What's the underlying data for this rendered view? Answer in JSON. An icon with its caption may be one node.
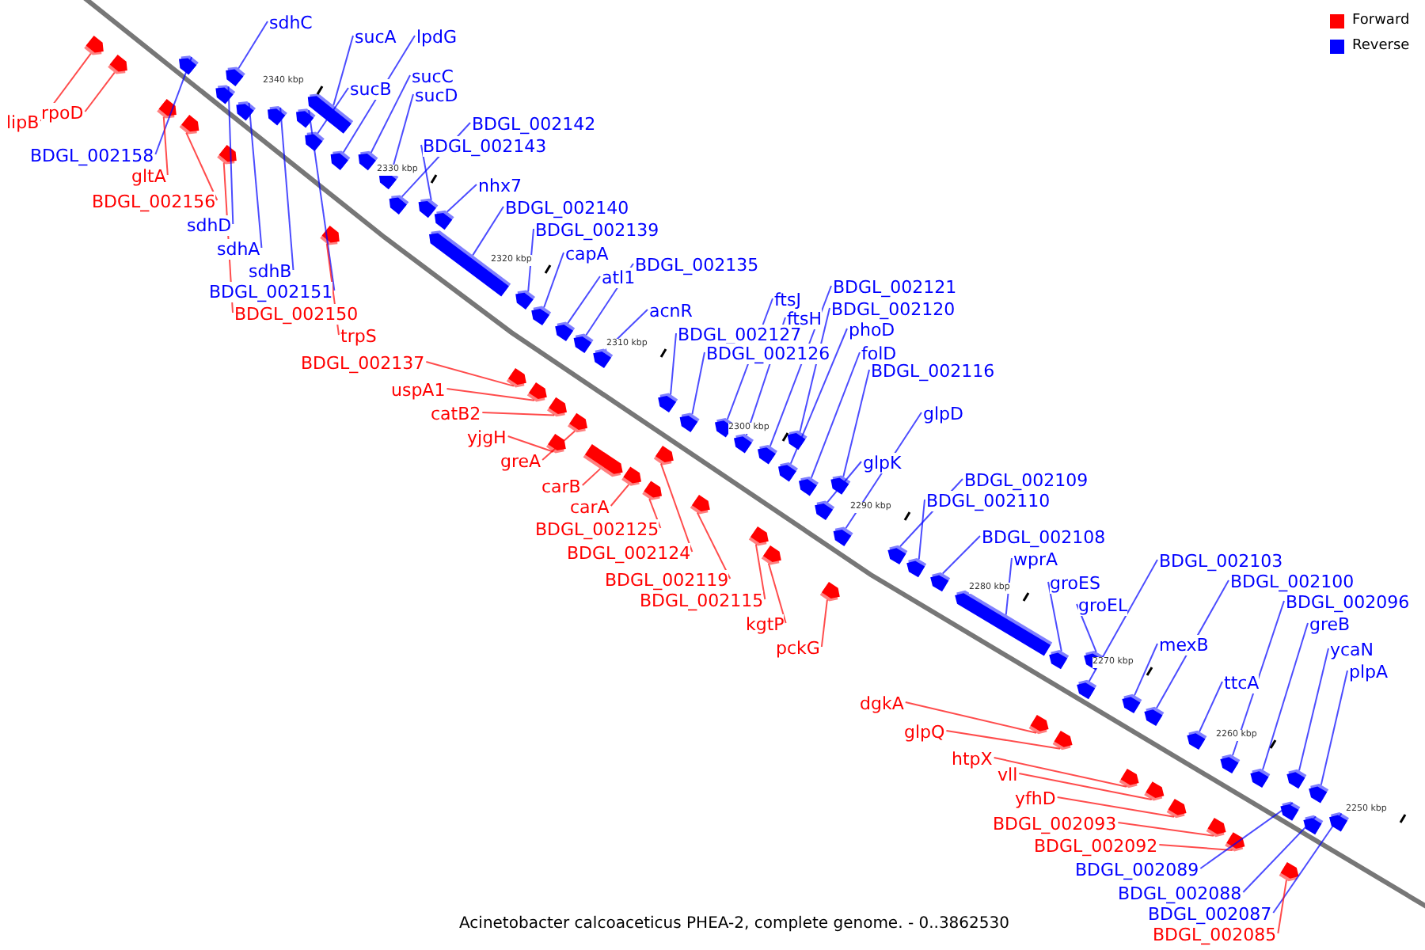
{
  "diagram": {
    "caption": "Acinetobacter calcoaceticus PHEA-2, complete genome. - 0..3862530",
    "nodes": [
      {
        "text": [
          "lipB"
        ]
      },
      {
        "text": [
          "rpoD"
        ]
      },
      {
        "text": [
          "sdhC"
        ]
      },
      {
        "text": [
          "sucA"
        ]
      },
      {
        "text": [
          "lpdG"
        ]
      },
      {
        "text": [
          "sucC"
        ]
      },
      {
        "text": [
          "sucB"
        ]
      },
      {
        "text": [
          "sucD"
        ]
      },
      {
        "text": [
          "BDGL_002142"
        ]
      },
      {
        "text": [
          "BDGL_002143"
        ]
      },
      {
        "text": [
          "BDGL_002158"
        ]
      },
      {
        "text": [
          "gltA"
        ]
      },
      {
        "text": [
          "nhx7"
        ]
      },
      {
        "text": [
          "BDGL_002156"
        ]
      },
      {
        "text": [
          "BDGL_002140"
        ]
      },
      {
        "text": [
          "sdhD"
        ]
      },
      {
        "text": [
          "BDGL_002139"
        ]
      },
      {
        "text": [
          "sdhA"
        ]
      },
      {
        "text": [
          "capA"
        ]
      },
      {
        "text": [
          "BDGL_002135"
        ]
      },
      {
        "text": [
          "sdhB"
        ]
      },
      {
        "text": [
          "atl1"
        ]
      },
      {
        "text": [
          "BDGL_002121"
        ]
      },
      {
        "text": [
          "BDGL_002151"
        ]
      },
      {
        "text": [
          "ftsJ"
        ]
      },
      {
        "text": [
          "BDGL_002120"
        ]
      },
      {
        "text": [
          "acnR"
        ]
      },
      {
        "text": [
          "BDGL_002150"
        ]
      },
      {
        "text": [
          "ftsH"
        ]
      },
      {
        "text": [
          "phoD"
        ]
      },
      {
        "text": [
          "BDGL_002127"
        ]
      },
      {
        "text": [
          "trpS"
        ]
      },
      {
        "text": [
          "folD"
        ]
      },
      {
        "text": [
          "BDGL_002126"
        ]
      },
      {
        "text": [
          "BDGL_002137"
        ]
      },
      {
        "text": [
          "BDGL_002116"
        ]
      },
      {
        "text": [
          "uspA1"
        ]
      },
      {
        "text": [
          "glpD"
        ]
      },
      {
        "text": [
          "catB2"
        ]
      },
      {
        "text": [
          "yjgH"
        ]
      },
      {
        "text": [
          "greA"
        ]
      },
      {
        "text": [
          "glpK"
        ]
      },
      {
        "text": [
          "BDGL_002109"
        ]
      },
      {
        "text": [
          "carB"
        ]
      },
      {
        "text": [
          "BDGL_002110"
        ]
      },
      {
        "text": [
          "carA"
        ]
      },
      {
        "text": [
          "BDGL_002125"
        ]
      },
      {
        "text": [
          "BDGL_002108"
        ]
      },
      {
        "text": [
          "BDGL_002124"
        ]
      },
      {
        "text": [
          "wprA"
        ]
      },
      {
        "text": [
          "BDGL_002103"
        ]
      },
      {
        "text": [
          "BDGL_002119"
        ]
      },
      {
        "text": [
          "BDGL_002100"
        ]
      },
      {
        "text": [
          "groES"
        ]
      },
      {
        "text": [
          "BDGL_002115"
        ]
      },
      {
        "text": [
          "BDGL_002096"
        ]
      },
      {
        "text": [
          "groEL"
        ]
      },
      {
        "text": [
          "kgtP"
        ]
      },
      {
        "text": [
          "greB"
        ]
      },
      {
        "text": [
          "mexB"
        ]
      },
      {
        "text": [
          "pckG"
        ]
      },
      {
        "text": [
          "ycaN"
        ]
      },
      {
        "text": [
          "plpA"
        ]
      },
      {
        "text": [
          "ttcA"
        ]
      },
      {
        "text": [
          "dgkA"
        ]
      },
      {
        "text": [
          "glpQ"
        ]
      },
      {
        "text": [
          "htpX"
        ]
      },
      {
        "text": [
          "vll"
        ]
      },
      {
        "text": [
          "yfhD"
        ]
      },
      {
        "text": [
          "BDGL_002093"
        ]
      },
      {
        "text": [
          "BDGL_002092"
        ]
      },
      {
        "text": [
          "BDGL_002089"
        ]
      },
      {
        "text": [
          "BDGL_002088"
        ]
      },
      {
        "text": [
          "BDGL_002087"
        ]
      },
      {
        "text": [
          "BDGL_002085"
        ]
      },
      {
        "text": [],
        "shape": "box"
      },
      {
        "text": [],
        "shape": "box"
      },
      {
        "text": [],
        "shape": "box"
      },
      {
        "text": [],
        "shape": "box"
      },
      {
        "text": [],
        "shape": "box"
      },
      {
        "text": [],
        "shape": "box"
      },
      {
        "text": [],
        "shape": "box"
      },
      {
        "text": [],
        "shape": "box"
      },
      {
        "text": [],
        "shape": "box"
      },
      {
        "text": [],
        "shape": "box"
      },
      {
        "text": [],
        "shape": "box"
      },
      {
        "text": [],
        "shape": "box"
      },
      {
        "text": [],
        "shape": "box"
      },
      {
        "text": [],
        "shape": "box"
      },
      {
        "text": [],
        "shape": "box"
      },
      {
        "text": [],
        "shape": "box"
      },
      {
        "text": [],
        "shape": "box"
      },
      {
        "text": [],
        "shape": "box"
      },
      {
        "text": [],
        "shape": "box"
      },
      {
        "text": [],
        "shape": "box"
      },
      {
        "text": [],
        "shape": "box"
      },
      {
        "text": [],
        "shape": "box"
      },
      {
        "text": [],
        "shape": "box"
      },
      {
        "text": [],
        "shape": "box"
      },
      {
        "text": [],
        "shape": "box"
      },
      {
        "text": [],
        "shape": "box"
      },
      {
        "text": [],
        "shape": "box"
      },
      {
        "text": [],
        "shape": "box"
      },
      {
        "text": [],
        "shape": "box"
      },
      {
        "text": [],
        "shape": "box"
      },
      {
        "text": [],
        "shape": "box"
      },
      {
        "text": [],
        "shape": "box"
      },
      {
        "text": [],
        "shape": "box"
      },
      {
        "text": [],
        "shape": "box"
      },
      {
        "text": [],
        "shape": "box"
      },
      {
        "text": [],
        "shape": "box"
      },
      {
        "text": [],
        "shape": "box"
      },
      {
        "text": [],
        "shape": "box"
      },
      {
        "text": [],
        "shape": "box"
      },
      {
        "text": [],
        "shape": "box"
      },
      {
        "text": [],
        "shape": "box"
      },
      {
        "text": [],
        "shape": "box"
      },
      {
        "text": [],
        "shape": "box"
      },
      {
        "text": [],
        "shape": "box"
      },
      {
        "text": [],
        "shape": "box"
      },
      {
        "text": [],
        "shape": "box"
      },
      {
        "text": [],
        "shape": "box"
      },
      {
        "text": [],
        "shape": "box"
      },
      {
        "text": [],
        "shape": "box"
      },
      {
        "text": [],
        "shape": "box"
      },
      {
        "text": [],
        "shape": "box"
      },
      {
        "text": [],
        "shape": "box"
      },
      {
        "text": [],
        "shape": "box"
      },
      {
        "text": [],
        "shape": "box"
      },
      {
        "text": [],
        "shape": "box"
      },
      {
        "text": [],
        "shape": "box"
      },
      {
        "text": [],
        "shape": "box"
      },
      {
        "text": [],
        "shape": "box"
      },
      {
        "text": [],
        "shape": "box"
      },
      {
        "text": [],
        "shape": "box"
      },
      {
        "text": [],
        "shape": "box"
      },
      {
        "text": [],
        "shape": "box"
      },
      {
        "text": [],
        "shape": "box"
      },
      {
        "text": [],
        "shape": "box"
      },
      {
        "text": [],
        "shape": "box"
      },
      {
        "text": [],
        "shape": "box"
      },
      {
        "text": [],
        "shape": "box"
      },
      {
        "text": [],
        "shape": "box"
      },
      {
        "text": [],
        "shape": "box"
      },
      {
        "text": [],
        "shape": "box"
      },
      {
        "text": [],
        "shape": "box"
      },
      {
        "text": [],
        "shape": "box"
      },
      {
        "text": [],
        "shape": "box"
      },
      {
        "text": [],
        "shape": "box"
      },
      {
        "text": [],
        "shape": "box"
      }
    ],
    "edges": [
      {
        "from": 0,
        "to": 75,
        "arrow": "none",
        "color": "#ff0000"
      },
      {
        "from": 1,
        "to": 76,
        "arrow": "none",
        "color": "#ff0000"
      },
      {
        "from": 2,
        "to": 85,
        "arrow": "none"
      },
      {
        "from": 3,
        "to": 86,
        "arrow": "none"
      },
      {
        "from": 4,
        "to": 89,
        "arrow": "none"
      },
      {
        "from": 5,
        "to": 90,
        "arrow": "none"
      },
      {
        "from": 6,
        "to": 87,
        "arrow": "none"
      },
      {
        "from": 7,
        "to": 91,
        "arrow": "none"
      },
      {
        "from": 8,
        "to": 92,
        "arrow": "none"
      },
      {
        "from": 9,
        "to": 93,
        "arrow": "none"
      },
      {
        "from": 10,
        "to": 77,
        "arrow": "none"
      },
      {
        "from": 11,
        "to": 78,
        "arrow": "none",
        "color": "#ff0000"
      },
      {
        "from": 12,
        "to": 94,
        "arrow": "none"
      },
      {
        "from": 13,
        "to": 79,
        "arrow": "none",
        "color": "#ff0000"
      },
      {
        "from": 14,
        "to": 95,
        "arrow": "none"
      },
      {
        "from": 15,
        "to": 80,
        "arrow": "none"
      },
      {
        "from": 16,
        "to": 97,
        "arrow": "none"
      },
      {
        "from": 17,
        "to": 81,
        "arrow": "none"
      },
      {
        "from": 18,
        "to": 99,
        "arrow": "none"
      },
      {
        "from": 19,
        "to": 104,
        "arrow": "none"
      },
      {
        "from": 20,
        "to": 82,
        "arrow": "none"
      },
      {
        "from": 21,
        "to": 103,
        "arrow": "none"
      },
      {
        "from": 22,
        "to": 115,
        "arrow": "none"
      },
      {
        "from": 23,
        "to": 83,
        "arrow": "none"
      },
      {
        "from": 24,
        "to": 112,
        "arrow": "none"
      },
      {
        "from": 25,
        "to": 116,
        "arrow": "none"
      },
      {
        "from": 26,
        "to": 106,
        "arrow": "none"
      },
      {
        "from": 27,
        "to": 84,
        "arrow": "none",
        "color": "#ff0000"
      },
      {
        "from": 28,
        "to": 114,
        "arrow": "none"
      },
      {
        "from": 29,
        "to": 118,
        "arrow": "none"
      },
      {
        "from": 30,
        "to": 110,
        "arrow": "none"
      },
      {
        "from": 31,
        "to": 88,
        "arrow": "none",
        "color": "#ff0000"
      },
      {
        "from": 32,
        "to": 120,
        "arrow": "none"
      },
      {
        "from": 33,
        "to": 111,
        "arrow": "none"
      },
      {
        "from": 34,
        "to": 96,
        "arrow": "none",
        "color": "#ff0000"
      },
      {
        "from": 35,
        "to": 121,
        "arrow": "none"
      },
      {
        "from": 36,
        "to": 98,
        "arrow": "none",
        "color": "#ff0000"
      },
      {
        "from": 37,
        "to": 124,
        "arrow": "none"
      },
      {
        "from": 38,
        "to": 100,
        "arrow": "none",
        "color": "#ff0000"
      },
      {
        "from": 39,
        "to": 101,
        "arrow": "none",
        "color": "#ff0000"
      },
      {
        "from": 40,
        "to": 102,
        "arrow": "none",
        "color": "#ff0000"
      },
      {
        "from": 41,
        "to": 122,
        "arrow": "none"
      },
      {
        "from": 42,
        "to": 125,
        "arrow": "none"
      },
      {
        "from": 43,
        "to": 105,
        "arrow": "none",
        "color": "#ff0000"
      },
      {
        "from": 44,
        "to": 126,
        "arrow": "none"
      },
      {
        "from": 45,
        "to": 107,
        "arrow": "none",
        "color": "#ff0000"
      },
      {
        "from": 46,
        "to": 108,
        "arrow": "none",
        "color": "#ff0000"
      },
      {
        "from": 47,
        "to": 127,
        "arrow": "none"
      },
      {
        "from": 48,
        "to": 109,
        "arrow": "none",
        "color": "#ff0000"
      },
      {
        "from": 49,
        "to": 128,
        "arrow": "none"
      },
      {
        "from": 50,
        "to": 133,
        "arrow": "none"
      },
      {
        "from": 51,
        "to": 113,
        "arrow": "none",
        "color": "#ff0000"
      },
      {
        "from": 52,
        "to": 137,
        "arrow": "none"
      },
      {
        "from": 53,
        "to": 130,
        "arrow": "none"
      },
      {
        "from": 54,
        "to": 117,
        "arrow": "none",
        "color": "#ff0000"
      },
      {
        "from": 55,
        "to": 142,
        "arrow": "none"
      },
      {
        "from": 56,
        "to": 132,
        "arrow": "none"
      },
      {
        "from": 57,
        "to": 119,
        "arrow": "none",
        "color": "#ff0000"
      },
      {
        "from": 58,
        "to": 144,
        "arrow": "none"
      },
      {
        "from": 59,
        "to": 135,
        "arrow": "none"
      },
      {
        "from": 60,
        "to": 123,
        "arrow": "none",
        "color": "#ff0000"
      },
      {
        "from": 61,
        "to": 147,
        "arrow": "none"
      },
      {
        "from": 62,
        "to": 149,
        "arrow": "none"
      },
      {
        "from": 63,
        "to": 139,
        "arrow": "none"
      },
      {
        "from": 64,
        "to": 129,
        "arrow": "none",
        "color": "#ff0000"
      },
      {
        "from": 65,
        "to": 131,
        "arrow": "none",
        "color": "#ff0000"
      },
      {
        "from": 66,
        "to": 134,
        "arrow": "none",
        "color": "#ff0000"
      },
      {
        "from": 67,
        "to": 136,
        "arrow": "none",
        "color": "#ff0000"
      },
      {
        "from": 68,
        "to": 138,
        "arrow": "none",
        "color": "#ff0000"
      },
      {
        "from": 69,
        "to": 140,
        "arrow": "none",
        "color": "#ff0000"
      },
      {
        "from": 70,
        "to": 141,
        "arrow": "none",
        "color": "#ff0000"
      },
      {
        "from": 71,
        "to": 143,
        "arrow": "none"
      },
      {
        "from": 72,
        "to": 145,
        "arrow": "none"
      },
      {
        "from": 73,
        "to": 146,
        "arrow": "none"
      },
      {
        "from": 74,
        "to": 148,
        "arrow": "none",
        "color": "#ff0000"
      }
    ],
    "labels": [
      "2340 kbp",
      "2330 kbp",
      "2320 kbp",
      "2310 kbp",
      "2300 kbp",
      "2290 kbp",
      "2280 kbp",
      "2270 kbp",
      "2260 kbp",
      "2250 kbp"
    ],
    "legend": [
      {
        "text": "Forward",
        "color": "#ff0000"
      },
      {
        "text": "Reverse",
        "color": "#0000ff"
      }
    ]
  }
}
